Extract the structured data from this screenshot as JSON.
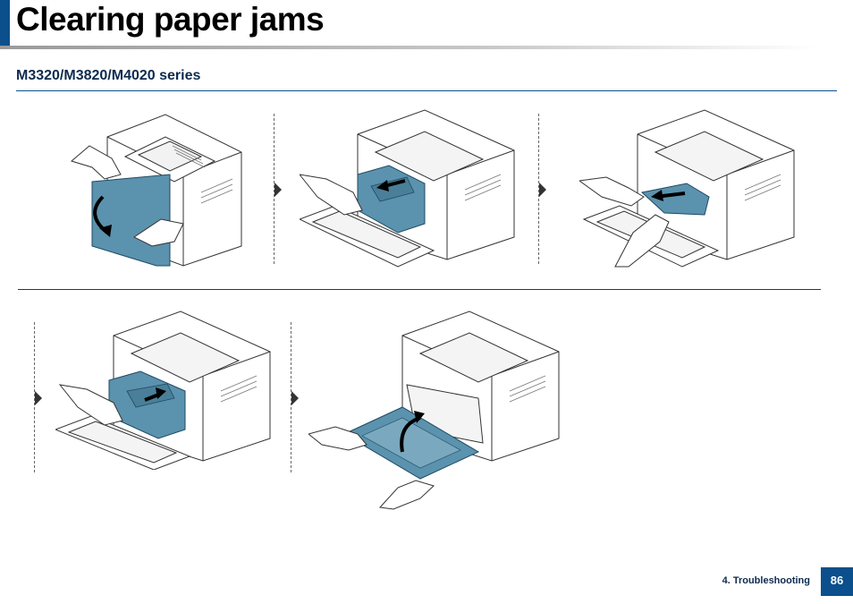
{
  "page": {
    "title": "Clearing paper jams",
    "subtitle": "M3320/M3820/M4020 series",
    "footer_section": "4. Troubleshooting",
    "page_number": "86"
  },
  "colors": {
    "accent": "#0b4f8c",
    "highlight_part": "#5b92ad"
  },
  "steps": [
    {
      "icon": "open-front-cover-illustration"
    },
    {
      "icon": "remove-toner-cartridge-illustration"
    },
    {
      "icon": "pull-jammed-paper-illustration"
    },
    {
      "icon": "reinsert-toner-cartridge-illustration"
    },
    {
      "icon": "close-front-cover-illustration"
    }
  ]
}
